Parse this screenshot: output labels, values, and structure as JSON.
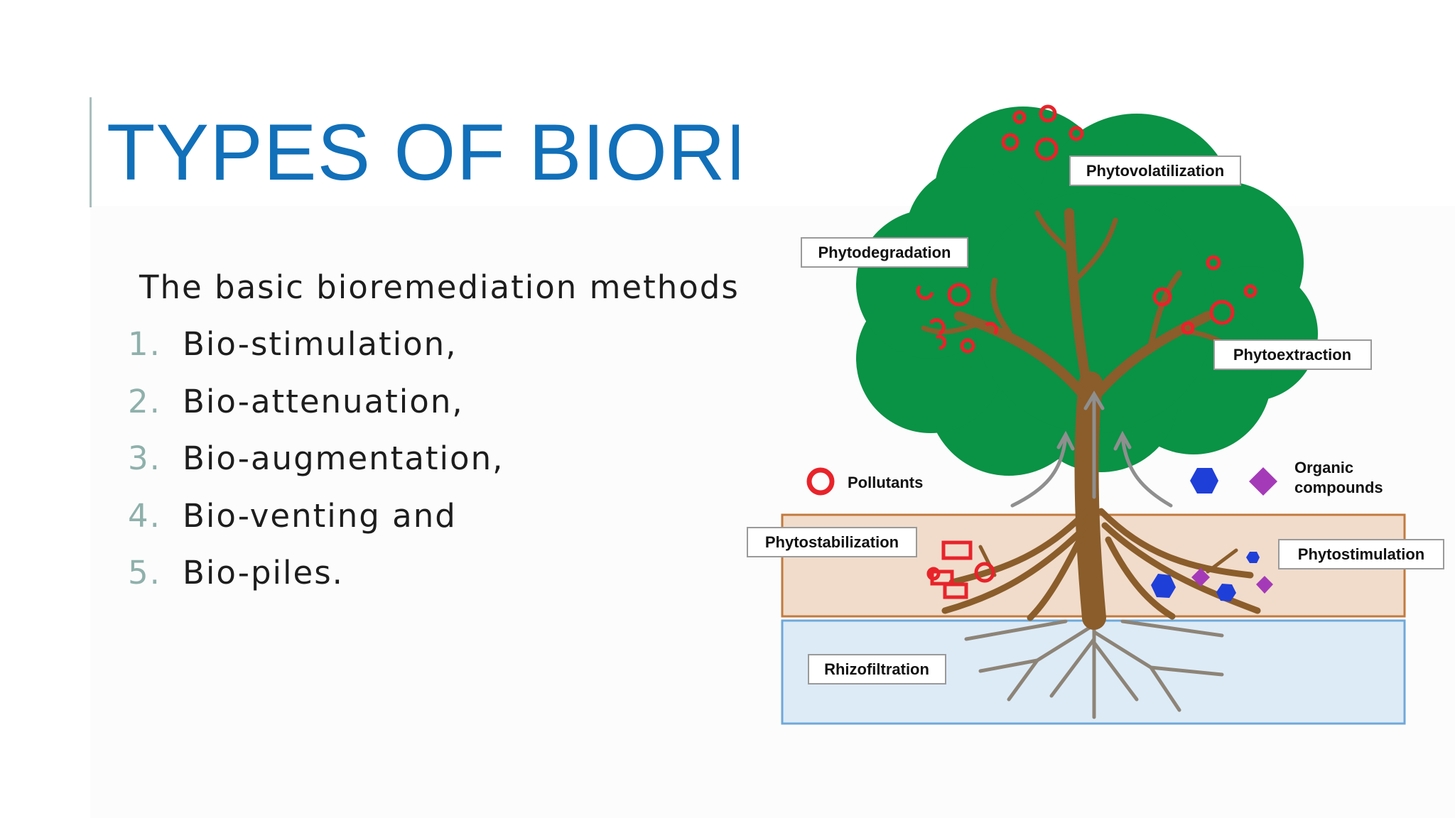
{
  "slide": {
    "title": "TYPES OF BIOREMEDIATION",
    "intro": "The basic bioremediation methods are:",
    "methods": [
      {
        "number": "1.",
        "text": "Bio-stimulation,"
      },
      {
        "number": "2.",
        "text": "Bio-attenuation,"
      },
      {
        "number": "3.",
        "text": "Bio-augmentation,"
      },
      {
        "number": "4.",
        "text": "Bio-venting and"
      },
      {
        "number": "5.",
        "text": "Bio-piles."
      }
    ]
  },
  "diagram": {
    "labels": {
      "phytovolatilization": "Phytovolatilization",
      "phytodegradation": "Phytodegradation",
      "phytoextraction": "Phytoextraction",
      "pollutants": "Pollutants",
      "organic_line1": "Organic",
      "organic_line2": "compounds",
      "phytostabilization": "Phytostabilization",
      "phytostimulation": "Phytostimulation",
      "rhizofiltration": "Rhizofiltration"
    },
    "colors": {
      "canopy": "#0a9245",
      "trunk": "#8a5d2b",
      "pollutant": "#e8232a",
      "hexagon": "#1f3fd9",
      "diamond": "#a53ab8",
      "soil_fill": "#f1dccb",
      "soil_border": "#c27a3e",
      "water_fill": "#ddebf7",
      "water_border": "#6fa8d8",
      "title": "#1170b9",
      "list_number": "#8fb0ab"
    }
  }
}
